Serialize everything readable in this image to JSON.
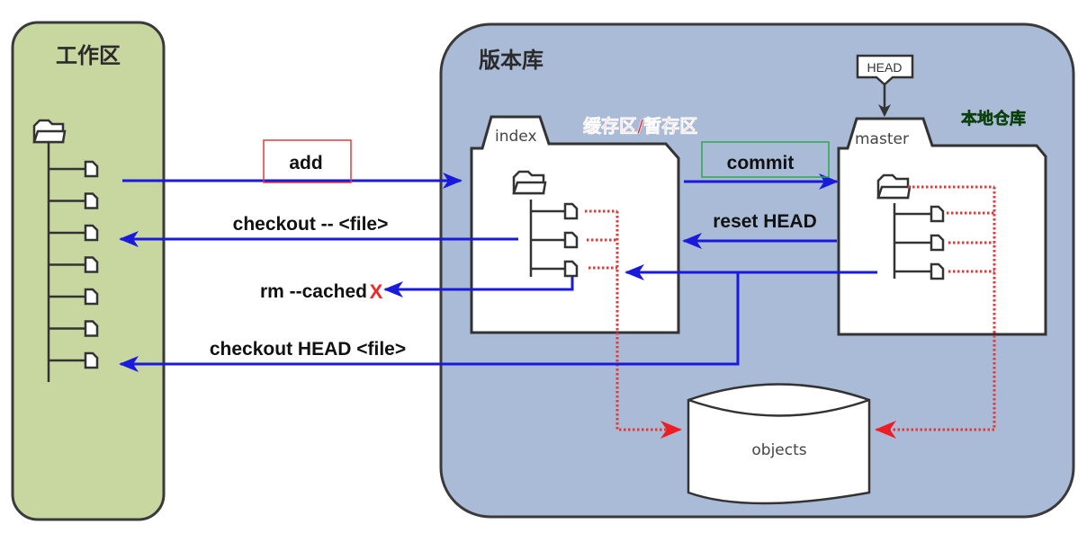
{
  "workspace": {
    "title": "工作区",
    "file_count": 7
  },
  "repository": {
    "title": "版本库"
  },
  "index": {
    "tab_label": "index",
    "annotation": "缓存区/暂存区",
    "file_count": 3
  },
  "master": {
    "tab_label": "master",
    "annotation": "本地仓库",
    "head_label": "HEAD",
    "file_count": 3
  },
  "objects": {
    "label": "objects"
  },
  "commands": {
    "add": "add",
    "checkout_file": "checkout -- <file>",
    "rm_cached": "rm --cached",
    "rm_cached_mark": "X",
    "checkout_head_file": "checkout HEAD <file>",
    "commit": "commit",
    "reset_head": "reset HEAD"
  },
  "colors": {
    "workspace_bg": "#c8d6a0",
    "repository_bg": "#a9bbd6",
    "arrow_blue": "#1a1adc",
    "link_red": "#e23a3a",
    "add_box": "#e23a3a",
    "commit_box": "#2aa84a",
    "annotation_red": "#ee1c24",
    "annotation_green": "#0a8a1a"
  }
}
